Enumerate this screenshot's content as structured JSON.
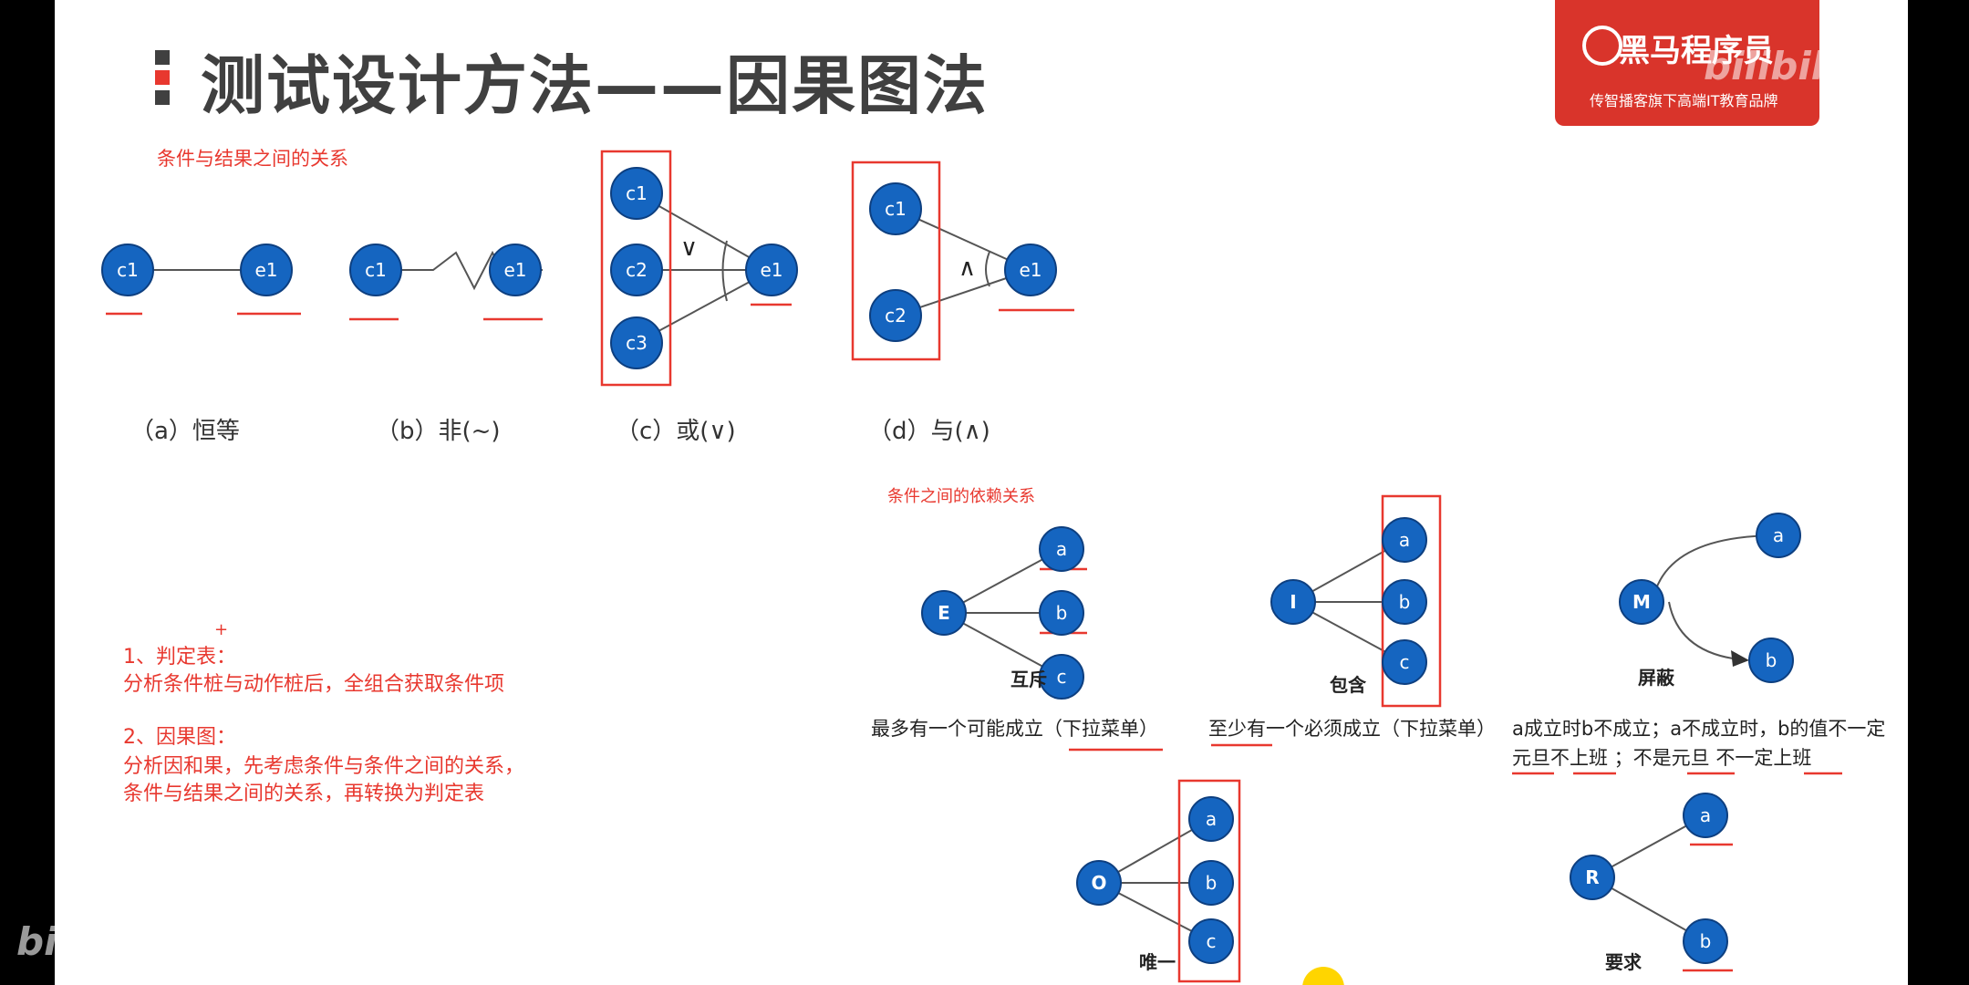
{
  "title": "测试设计方法——因果图法",
  "logo": {
    "name": "黑马程序员",
    "slogan": "传智播客旗下高端IT教育品牌"
  },
  "watermark": "bilibili",
  "colors": {
    "node": "#1565c0",
    "accent": "#e8382f",
    "title": "#404040",
    "line": "#555555"
  },
  "section_relations": {
    "heading": "条件与结果之间的关系",
    "captions": [
      "（a）恒等",
      "（b）非(~)",
      "（c）或(∨)",
      "（d）与(∧)"
    ],
    "diagrams": [
      {
        "type": "identity",
        "nodes": [
          "c1",
          "e1"
        ]
      },
      {
        "type": "not",
        "nodes": [
          "c1",
          "e1"
        ]
      },
      {
        "type": "or",
        "nodes": [
          "c1",
          "c2",
          "c3",
          "e1"
        ],
        "symbol": "∨"
      },
      {
        "type": "and",
        "nodes": [
          "c1",
          "c2",
          "e1"
        ],
        "symbol": "∧"
      }
    ]
  },
  "section_dependencies": {
    "heading": "条件之间的依赖关系",
    "constraints": [
      {
        "type": "exclusive",
        "source": "E",
        "targets": [
          "a",
          "b",
          "c"
        ],
        "label": "互斥",
        "description": "最多有一个可能成立（下拉菜单）"
      },
      {
        "type": "inclusive",
        "source": "I",
        "targets": [
          "a",
          "b",
          "c"
        ],
        "label": "包含",
        "description": "至少有一个必须成立（下拉菜单）"
      },
      {
        "type": "masking",
        "source": "M",
        "targets": [
          "a",
          "b"
        ],
        "label": "屏蔽",
        "description_line1": "a成立时b不成立；a不成立时，b的值不一定",
        "description_line2": "元旦不上班 ；不是元旦 不一定上班"
      },
      {
        "type": "one-and-only",
        "source": "O",
        "targets": [
          "a",
          "b",
          "c"
        ],
        "label": "唯一"
      },
      {
        "type": "requires",
        "source": "R",
        "targets": [
          "a",
          "b"
        ],
        "label": "要求"
      }
    ]
  },
  "notes": {
    "cursor_mark": "+",
    "item1_title": "1、判定表：",
    "item1_body": "分析条件桩与动作桩后，全组合获取条件项",
    "item2_title": "2、因果图：",
    "item2_body_line1": "分析因和果，先考虑条件与条件之间的关系，",
    "item2_body_line2": "条件与结果之间的关系，再转换为判定表"
  }
}
